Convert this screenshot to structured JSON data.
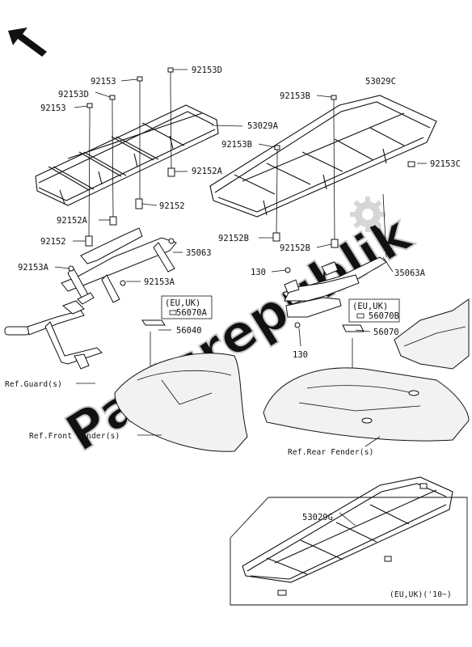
{
  "labels": {
    "p92153": "92153",
    "p92153D_a": "92153D",
    "p92153D_b": "92153D",
    "p92153_b": "92153",
    "p53029A": "53029A",
    "p92152A_a": "92152A",
    "p92152": "92152",
    "p92152A_b": "92152A",
    "p92152_b": "92152",
    "p35063": "35063",
    "p92153A_a": "92153A",
    "p92153A_b": "92153A",
    "p56070A": "56070A",
    "p56040": "56040",
    "p53029C": "53029C",
    "p92153B_a": "92153B",
    "p92153B_b": "92153B",
    "p92153C": "92153C",
    "p92152B_a": "92152B",
    "p92152B_b": "92152B",
    "p130_a": "130",
    "p130_b": "130",
    "p35063A": "35063A",
    "p56070B": "56070B",
    "p56070": "56070",
    "p53029G": "53029G"
  },
  "region_tags": {
    "eu_uk_left": "(EU,UK)",
    "eu_uk_right": "(EU,UK)",
    "eu_uk_10": "(EU,UK)('10~)"
  },
  "references": {
    "guard": "Ref.Guard(s)",
    "front_fender": "Ref.Front Fender(s)",
    "rear_fender": "Ref.Rear Fender(s)"
  },
  "watermark": "Partsrepublik",
  "icons": {
    "front_arrow": "arrow-up-left-icon",
    "gear": "gear-icon"
  }
}
